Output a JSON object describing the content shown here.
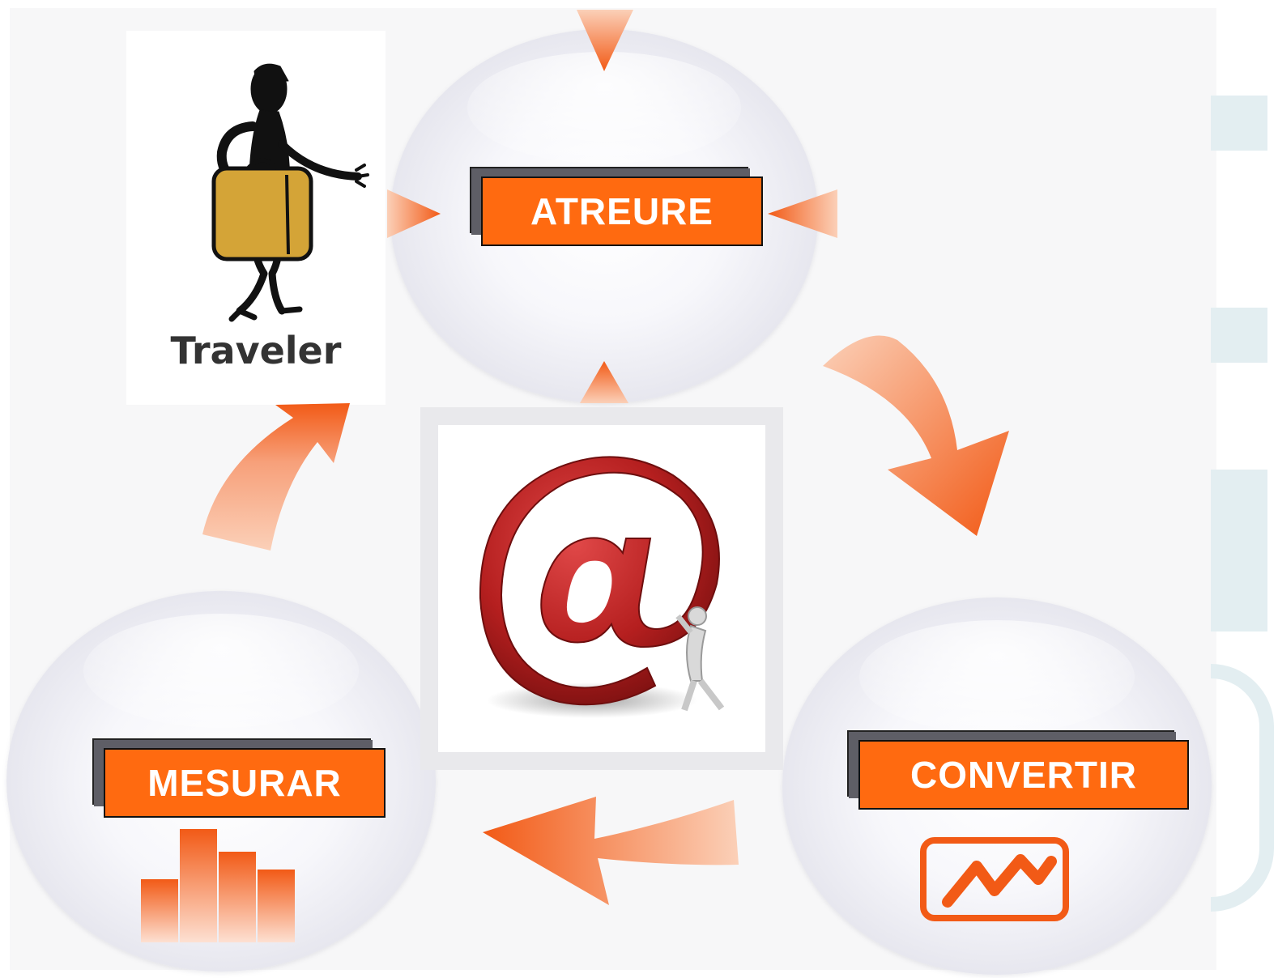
{
  "diagram": {
    "stages": [
      {
        "label": "ATREURE"
      },
      {
        "label": "CONVERTIR"
      },
      {
        "label": "MESURAR"
      }
    ],
    "traveler_caption": "Traveler",
    "colors": {
      "accent": "#ff6a10",
      "arrow_dark": "#f25a16",
      "arrow_light": "#fbd0b8",
      "at_sign": "#b51f1f"
    }
  }
}
